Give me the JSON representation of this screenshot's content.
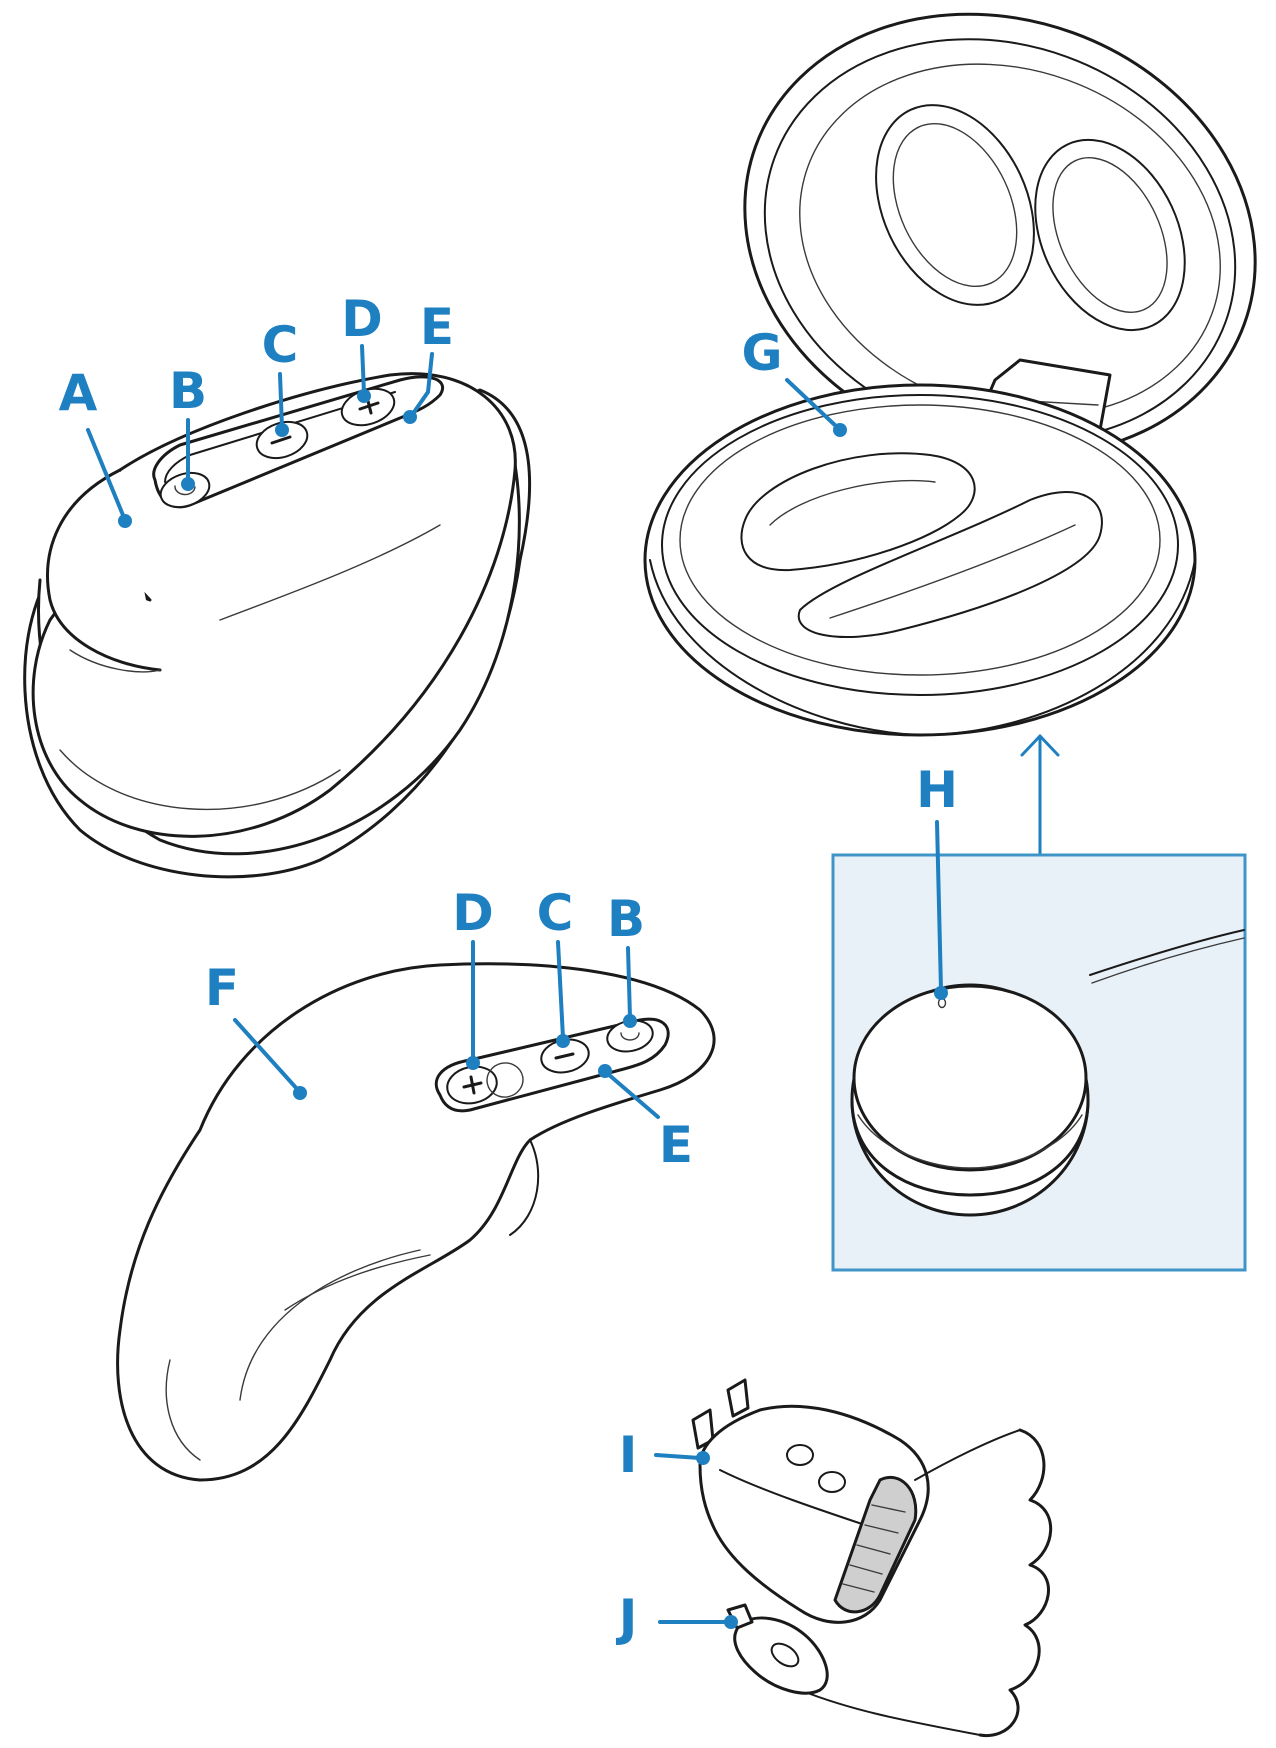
{
  "labels": {
    "a": "A",
    "b_top": "B",
    "c_top": "C",
    "d_top": "D",
    "e_top": "E",
    "d_bottom": "D",
    "c_bottom": "C",
    "b_bottom": "B",
    "e_bottom": "E",
    "f": "F",
    "g": "G",
    "h": "H",
    "i": "I",
    "j": "J"
  },
  "colors": {
    "accent": "#1e7fc1",
    "inset_background": "#e9f1f8",
    "line_art": "#1a1a1a"
  },
  "icons": {
    "power_button": "power-icon",
    "minus_button": "minus-icon",
    "plus_button": "plus-icon",
    "arrow": "arrow-up-icon"
  }
}
